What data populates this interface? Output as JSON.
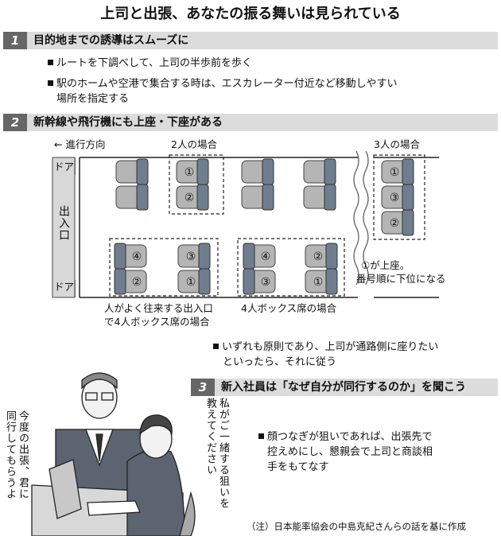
{
  "title": "上司と出張、あなたの振る舞いは見られている",
  "sections": [
    {
      "num": "1",
      "heading": "目的地までの誘導はスムーズに",
      "bullets": [
        "ルートを下調べして、上司の半歩前を歩く",
        "駅のホームや空港で集合する時は、エスカレーター付近など移動しやすい",
        "場所を指定する"
      ]
    },
    {
      "num": "2",
      "heading": "新幹線や飛行機にも上座・下座がある"
    },
    {
      "num": "3",
      "heading": "新入社員は「なぜ自分が同行するのか」を聞こう",
      "bullets": [
        "顔つなぎが狙いであれば、出張先で",
        "控えめにし、懇親会で上司と商談相",
        "手をもてなす"
      ]
    }
  ],
  "diagram": {
    "direction": "← 進行方向",
    "two_person": "2人の場合",
    "three_person": "3人の場合",
    "door_top": "ドア",
    "door_bottom": "ドア",
    "entrance": "出入口",
    "legend_1": "①が上座。",
    "legend_2": "番号順に下位になる",
    "box_left_1": "人がよく往来する出入口",
    "box_left_2": "で4人ボックス席の場合",
    "box_right": "4人ボックス席の場合",
    "seat_numbers": {
      "two": [
        "①",
        "②"
      ],
      "three": [
        "①",
        "③",
        "②"
      ],
      "box_left": [
        "④",
        "③",
        "②",
        "①"
      ],
      "box_right": [
        "④",
        "②",
        "③",
        "①"
      ]
    }
  },
  "principle": [
    "いずれも原則であり、上司が通路側に座りたい",
    "といったら、それに従う"
  ],
  "speech_boss": [
    "今度の出張、君に",
    "同行してもらうよ"
  ],
  "speech_junior": [
    "私がご一緒する狙いを",
    "教えてください"
  ],
  "source_note": "（注）日本能率協会の中島克紀さんらの話を基に作成",
  "colors": {
    "seat": "#b5b5b5",
    "seatback": "#6e7e8e",
    "bar": "#dcdcdc",
    "numbox": "#666666"
  }
}
